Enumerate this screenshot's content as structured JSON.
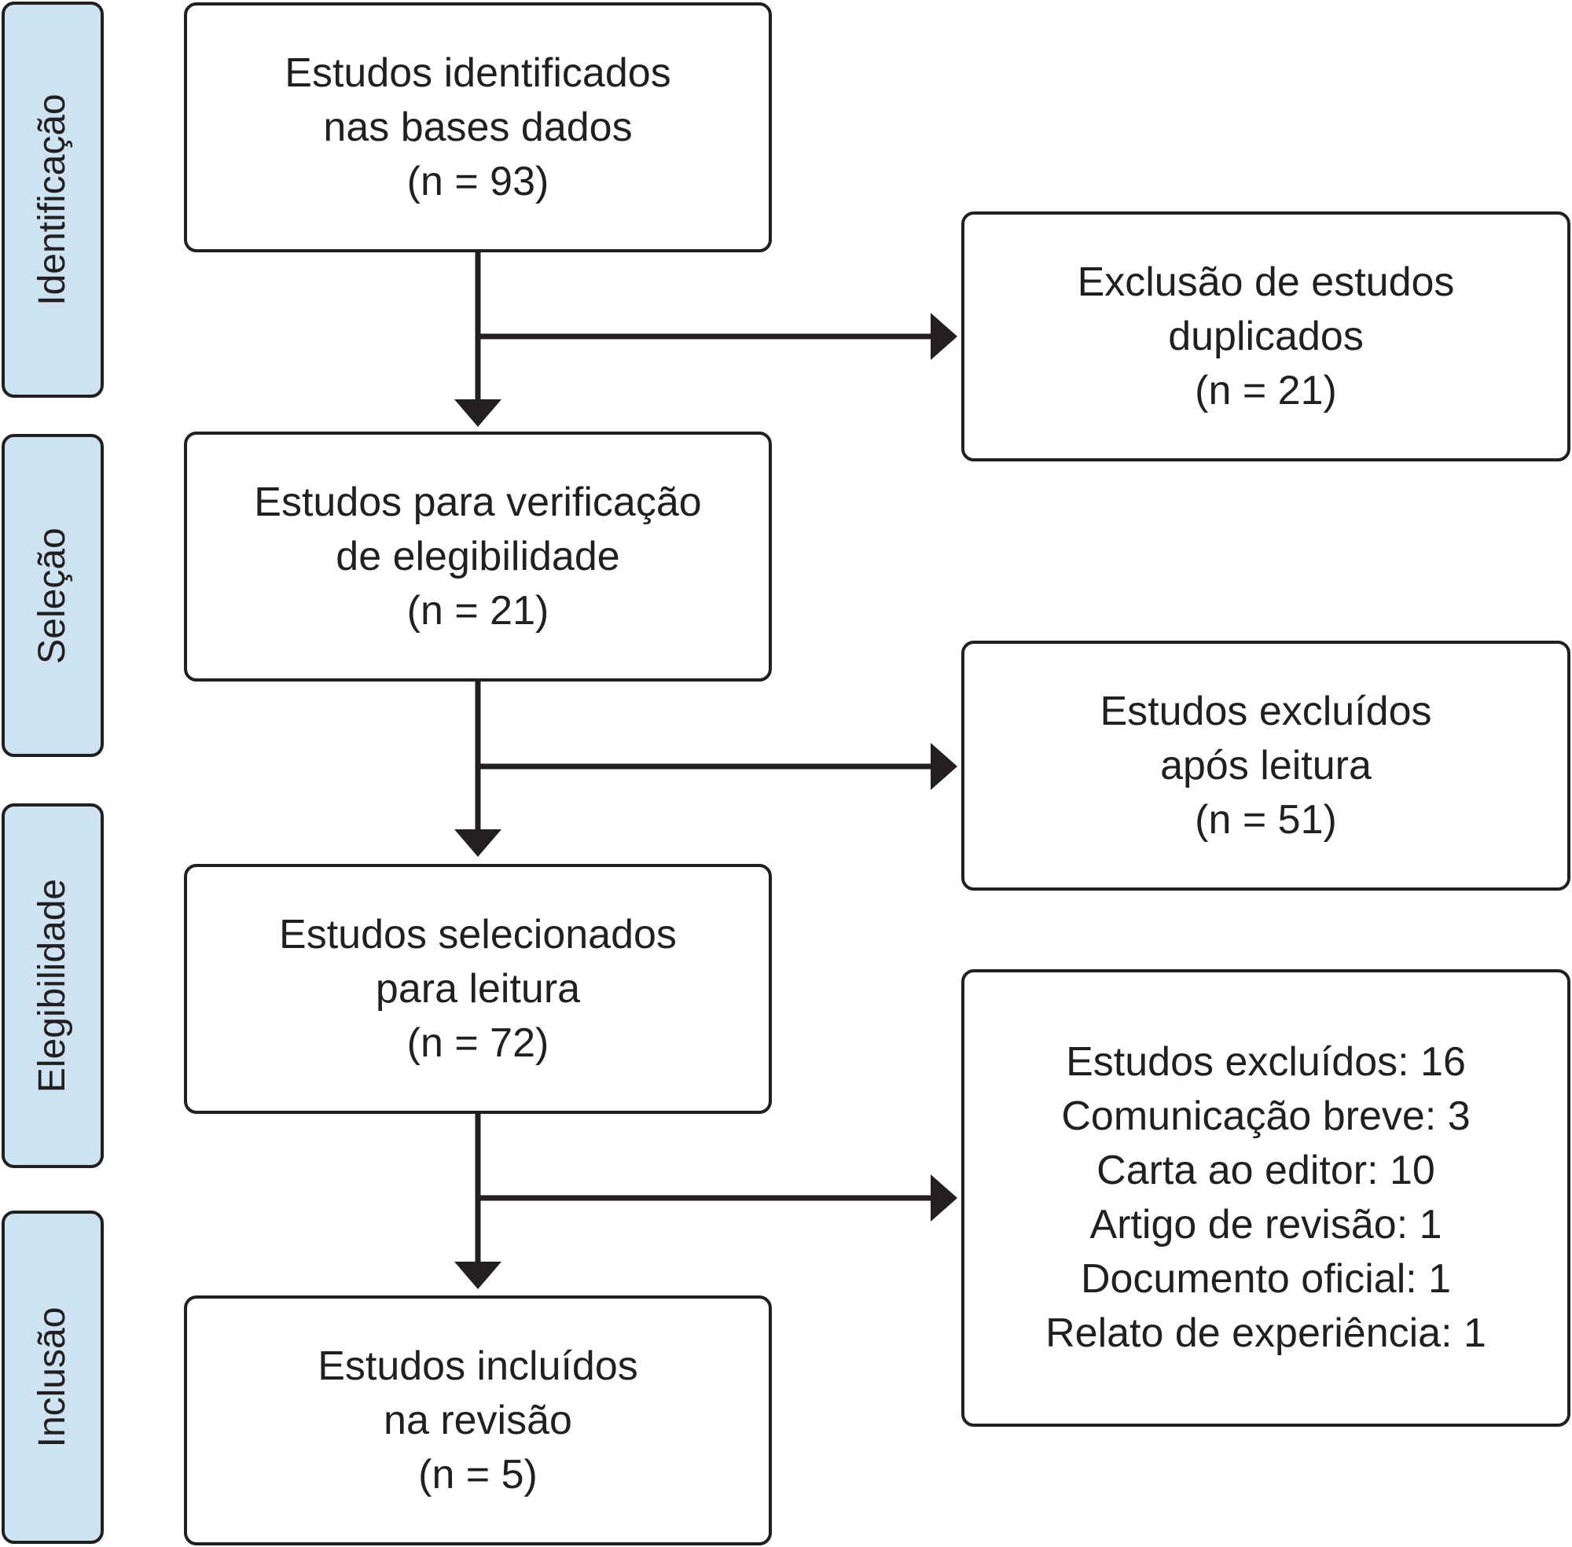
{
  "stages": {
    "identificacao": "Identificação",
    "selecao": "Seleção",
    "elegibilidade": "Elegibilidade",
    "inclusao": "Inclusão"
  },
  "boxes": {
    "identified": {
      "line1": "Estudos identificados",
      "line2": "nas bases dados",
      "count": "(n = 93)"
    },
    "duplicates": {
      "line1": "Exclusão de estudos",
      "line2": "duplicados",
      "count": "(n = 21)"
    },
    "screening": {
      "line1": "Estudos para verificação",
      "line2": "de elegibilidade",
      "count": "(n = 21)"
    },
    "excluded_after_reading": {
      "line1": "Estudos excluídos",
      "line2": "após leitura",
      "count": "(n = 51)"
    },
    "selected": {
      "line1": "Estudos selecionados",
      "line2": "para leitura",
      "count": "(n = 72)"
    },
    "excluded_breakdown": {
      "lines": [
        "Estudos excluídos: 16",
        "Comunicação breve: 3",
        "Carta ao editor: 10",
        "Artigo de revisão: 1",
        "Documento oficial: 1",
        "Relato de experiência: 1"
      ]
    },
    "included": {
      "line1": "Estudos incluídos",
      "line2": "na revisão",
      "count": "(n = 5)"
    }
  },
  "colors": {
    "stage_fill": "#cde3f1",
    "stroke": "#231f20",
    "box_fill": "#ffffff"
  }
}
